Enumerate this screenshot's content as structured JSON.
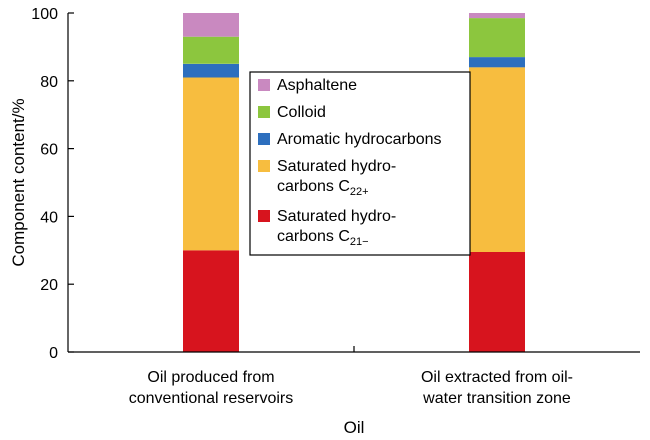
{
  "chart_data": {
    "type": "bar",
    "stacked": true,
    "categories": [
      [
        "Oil produced from",
        "conventional reservoirs"
      ],
      [
        "Oil extracted from oil-",
        "water transition zone"
      ]
    ],
    "series": [
      {
        "name": "Saturated hydro-carbons C21−",
        "label_lines": [
          "Saturated hydro-",
          "carbons C"
        ],
        "label_sub": "21−",
        "color": "#d7141e",
        "values": [
          30,
          29.5
        ]
      },
      {
        "name": "Saturated hydro-carbons C22+",
        "label_lines": [
          "Saturated hydro-",
          "carbons C"
        ],
        "label_sub": "22+",
        "color": "#f7bd3f",
        "values": [
          51,
          54.5
        ]
      },
      {
        "name": "Aromatic hydrocarbons",
        "label_lines": [
          "Aromatic hydrocarbons"
        ],
        "label_sub": "",
        "color": "#2d6fbe",
        "values": [
          4,
          3
        ]
      },
      {
        "name": "Colloid",
        "label_lines": [
          "Colloid"
        ],
        "label_sub": "",
        "color": "#8cc63e",
        "values": [
          8,
          11.5
        ]
      },
      {
        "name": "Asphaltene",
        "label_lines": [
          "Asphaltene"
        ],
        "label_sub": "",
        "color": "#c989c0",
        "values": [
          7,
          1.5
        ]
      }
    ],
    "legend_order": [
      "Asphaltene",
      "Colloid",
      "Aromatic hydrocarbons",
      "Saturated hydro-carbons C22+",
      "Saturated hydro-carbons C21−"
    ],
    "xlabel": "Oil",
    "ylabel": "Component content/%",
    "ylim": [
      0,
      100
    ],
    "yticks": [
      0,
      20,
      40,
      60,
      80,
      100
    ],
    "grid": false,
    "legend_position": "center"
  }
}
